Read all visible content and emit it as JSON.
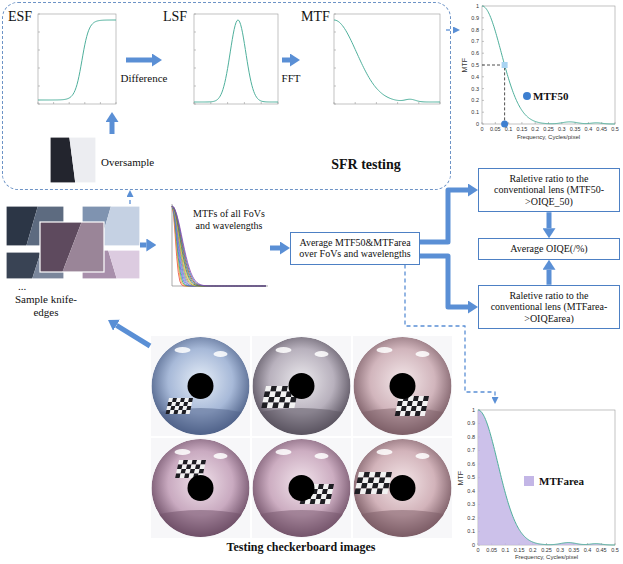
{
  "diagram": {
    "nodes": [
      {
        "text": [
          "SFR testing"
        ]
      },
      {
        "text": [
          "ESF"
        ],
        "in": 0
      },
      {
        "text": [
          "LSF"
        ],
        "in": 0
      },
      {
        "text": [
          "MTF"
        ],
        "in": 0
      },
      {
        "text": [
          "Oversample"
        ],
        "in": 0
      },
      {
        "text": [
          "MTF",
          "Frequency, Cycles/pixel"
        ]
      },
      {
        "text": [
          "...",
          "Sample knife-edges"
        ]
      },
      {
        "text": [
          "MTFs of all FoVs and wavelengths"
        ]
      },
      {
        "text": [
          "Average MTF50&MTFarea over FoVs and wavelengths"
        ]
      },
      {
        "text": [
          "Raletive ratio to the conventional lens (MTF50->OIQE_50)"
        ]
      },
      {
        "text": [
          "Average OIQE(/%)"
        ]
      },
      {
        "text": [
          "Raletive ratio to the conventional lens (MTFarea->OIQEarea)"
        ]
      },
      {
        "text": [
          "Testing checkerboard images"
        ]
      },
      {
        "text": [
          "MTF",
          "Frequency, Cycles/pixel"
        ]
      }
    ],
    "edges": [
      {
        "from": 4,
        "to": 1,
        "arrow": "to"
      },
      {
        "from": 1,
        "to": 2,
        "label": "Difference",
        "arrow": "to"
      },
      {
        "from": 2,
        "to": 3,
        "label": "FFT",
        "arrow": "to"
      },
      {
        "from": 3,
        "to": 5,
        "arrow": "to"
      },
      {
        "from": 12,
        "to": 6,
        "arrow": "to"
      },
      {
        "from": 6,
        "to": 0,
        "arrow": "to"
      },
      {
        "from": 6,
        "to": 7,
        "arrow": "to"
      },
      {
        "from": 7,
        "to": 8,
        "arrow": "to"
      },
      {
        "from": 8,
        "to": 9,
        "arrow": "to"
      },
      {
        "from": 8,
        "to": 11,
        "arrow": "to"
      },
      {
        "from": 9,
        "to": 10,
        "arrow": "to"
      },
      {
        "from": 11,
        "to": 10,
        "arrow": "to"
      },
      {
        "from": 8,
        "to": 13,
        "arrow": "to"
      }
    ],
    "labels": [
      "MTF50",
      "0",
      "0.1",
      "0.2",
      "0.3",
      "0.4",
      "0.5",
      "0.6",
      "0.7",
      "0.8",
      "0.9",
      "1",
      "0",
      "0.05",
      "0.1",
      "0.15",
      "0.2",
      "0.25",
      "0.3",
      "0.35",
      "0.4",
      "0.45",
      "0.5",
      "0",
      "0.1",
      "0.2",
      "0.3",
      "0.4",
      "0.5",
      "0.6",
      "0.7",
      "0.8",
      "0.9",
      "1",
      "0",
      "0.05",
      "0.1",
      "0.15",
      "0.2",
      "0.25",
      "0.3",
      "0.35",
      "0.4",
      "0.45",
      "0.5"
    ],
    "legend": [
      {
        "text": "MTFarea",
        "color": "#c3b6e6"
      }
    ]
  }
}
